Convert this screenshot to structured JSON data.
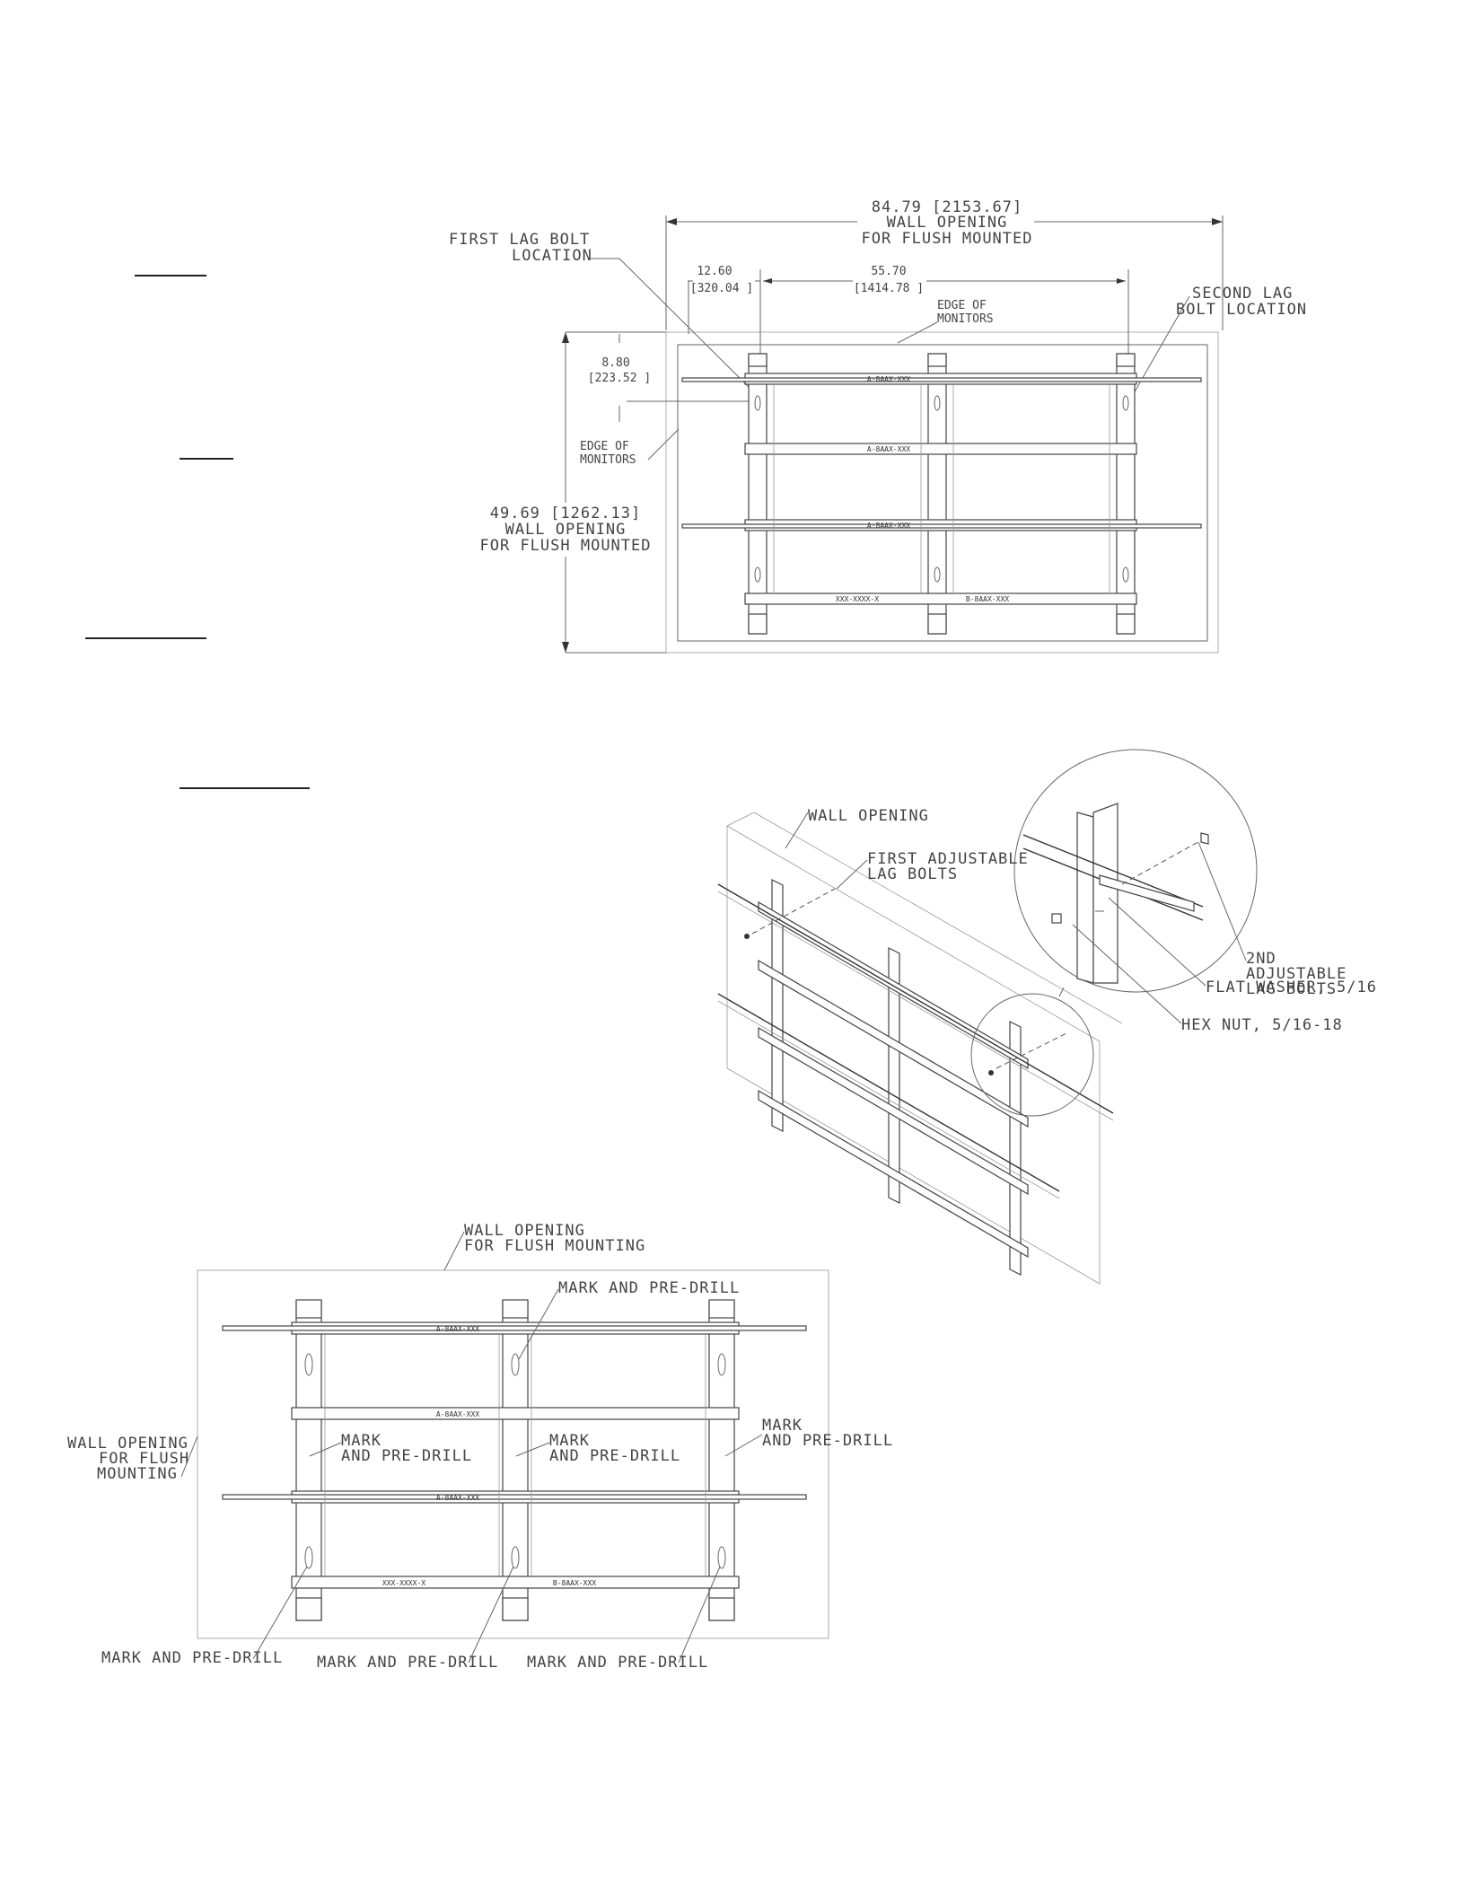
{
  "top_view": {
    "overall_width_dim": "84.79 [2153.67]",
    "overall_width_note_1": "WALL OPENING",
    "overall_width_note_2": "FOR FLUSH MOUNTED",
    "first_lag_bolt_1": "FIRST LAG BOLT",
    "first_lag_bolt_2": "LOCATION",
    "second_lag_bolt_1": "SECOND LAG",
    "second_lag_bolt_2": "BOLT LOCATION",
    "offset_dim_in": "12.60",
    "offset_dim_mm": "[320.04 ]",
    "span_dim_in": "55.70",
    "span_dim_mm": "[1414.78 ]",
    "edge_of_monitors_top_1": "EDGE OF",
    "edge_of_monitors_top_2": "MONITORS",
    "vertical_offset_in": "8.80",
    "vertical_offset_mm": "[223.52 ]",
    "edge_of_monitors_left_1": "EDGE OF",
    "edge_of_monitors_left_2": "MONITORS",
    "overall_height_dim": "49.69 [1262.13]",
    "overall_height_note_1": "WALL OPENING",
    "overall_height_note_2": "FOR FLUSH MOUNTED",
    "rail_labels": [
      "A-8AAX-XXX",
      "A-8AAX-XXX",
      "A-8AAX-XXX",
      "XXX-XXXX-X",
      "B-8AAX-XXX"
    ]
  },
  "iso_view": {
    "wall_opening": "WALL OPENING",
    "first_adjustable_1": "FIRST ADJUSTABLE",
    "first_adjustable_2": "LAG BOLTS",
    "second_adjustable_1": "2ND",
    "second_adjustable_2": "ADJUSTABLE",
    "second_adjustable_3": "LAG BOLTS",
    "flat_washer": "FLAT WASHER, 5/16",
    "hex_nut": "HEX NUT, 5/16-18"
  },
  "front_view": {
    "wall_opening_top_1": "WALL OPENING",
    "wall_opening_top_2": "FOR FLUSH MOUNTING",
    "wall_opening_left_1": "WALL OPENING",
    "wall_opening_left_2": "FOR FLUSH",
    "wall_opening_left_3": "MOUNTING",
    "mark_predrill": "MARK AND PRE-DRILL",
    "mark": "MARK",
    "and_predrill": "AND PRE-DRILL",
    "rail_labels": [
      "A-8AAX-XXX",
      "A-8AAX-XXX",
      "A-8AAX-XXX",
      "XXX-XXXX-X",
      "B-8AAX-XXX"
    ]
  }
}
